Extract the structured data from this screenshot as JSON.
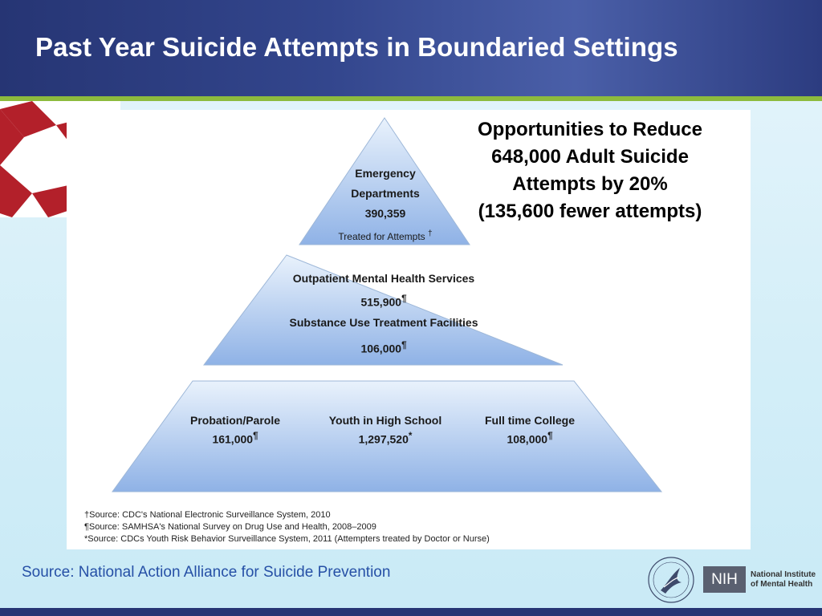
{
  "header": {
    "title": "Past Year Suicide Attempts in Boundaried Settings"
  },
  "callout": {
    "lines": [
      "Opportunities to Reduce",
      "648,000 Adult Suicide",
      "Attempts by 20%",
      "(135,600 fewer attempts)"
    ]
  },
  "pyramid": {
    "top": {
      "line1": "Emergency",
      "line2": "Departments",
      "value": "390,359",
      "note": "Treated for Attempts",
      "mark": "†"
    },
    "middle": {
      "label1": "Outpatient Mental Health Services",
      "value1": "515,900",
      "mark1": "¶",
      "label2": "Substance Use Treatment Facilities",
      "value2": "106,000",
      "mark2": "¶"
    },
    "bottom": [
      {
        "label": "Probation/Parole",
        "value": "161,000",
        "mark": "¶"
      },
      {
        "label": "Youth in High School",
        "value": "1,297,520",
        "mark": "*"
      },
      {
        "label": "Full time College",
        "value": "108,000",
        "mark": "¶"
      }
    ]
  },
  "footnotes": [
    "†Source: CDC's National Electronic Surveillance System, 2010",
    "¶Source: SAMHSA's National Survey on Drug Use and Health, 2008–2009",
    "*Source: CDCs Youth Risk Behavior Surveillance System, 2011 (Attempters treated by Doctor or Nurse)"
  ],
  "source": "Source: National Action Alliance for Suicide Prevention",
  "logos": {
    "nih": "NIH",
    "nimh_line1": "National Institute",
    "nimh_line2": "of Mental Health"
  },
  "colors": {
    "header": "#33468d",
    "accent_green": "#8dbb3d",
    "star_red": "#b3202a",
    "source_blue": "#2650a6",
    "pyramid_fill_top": "#e9f2fc",
    "pyramid_fill_bottom": "#8fb2e6"
  }
}
